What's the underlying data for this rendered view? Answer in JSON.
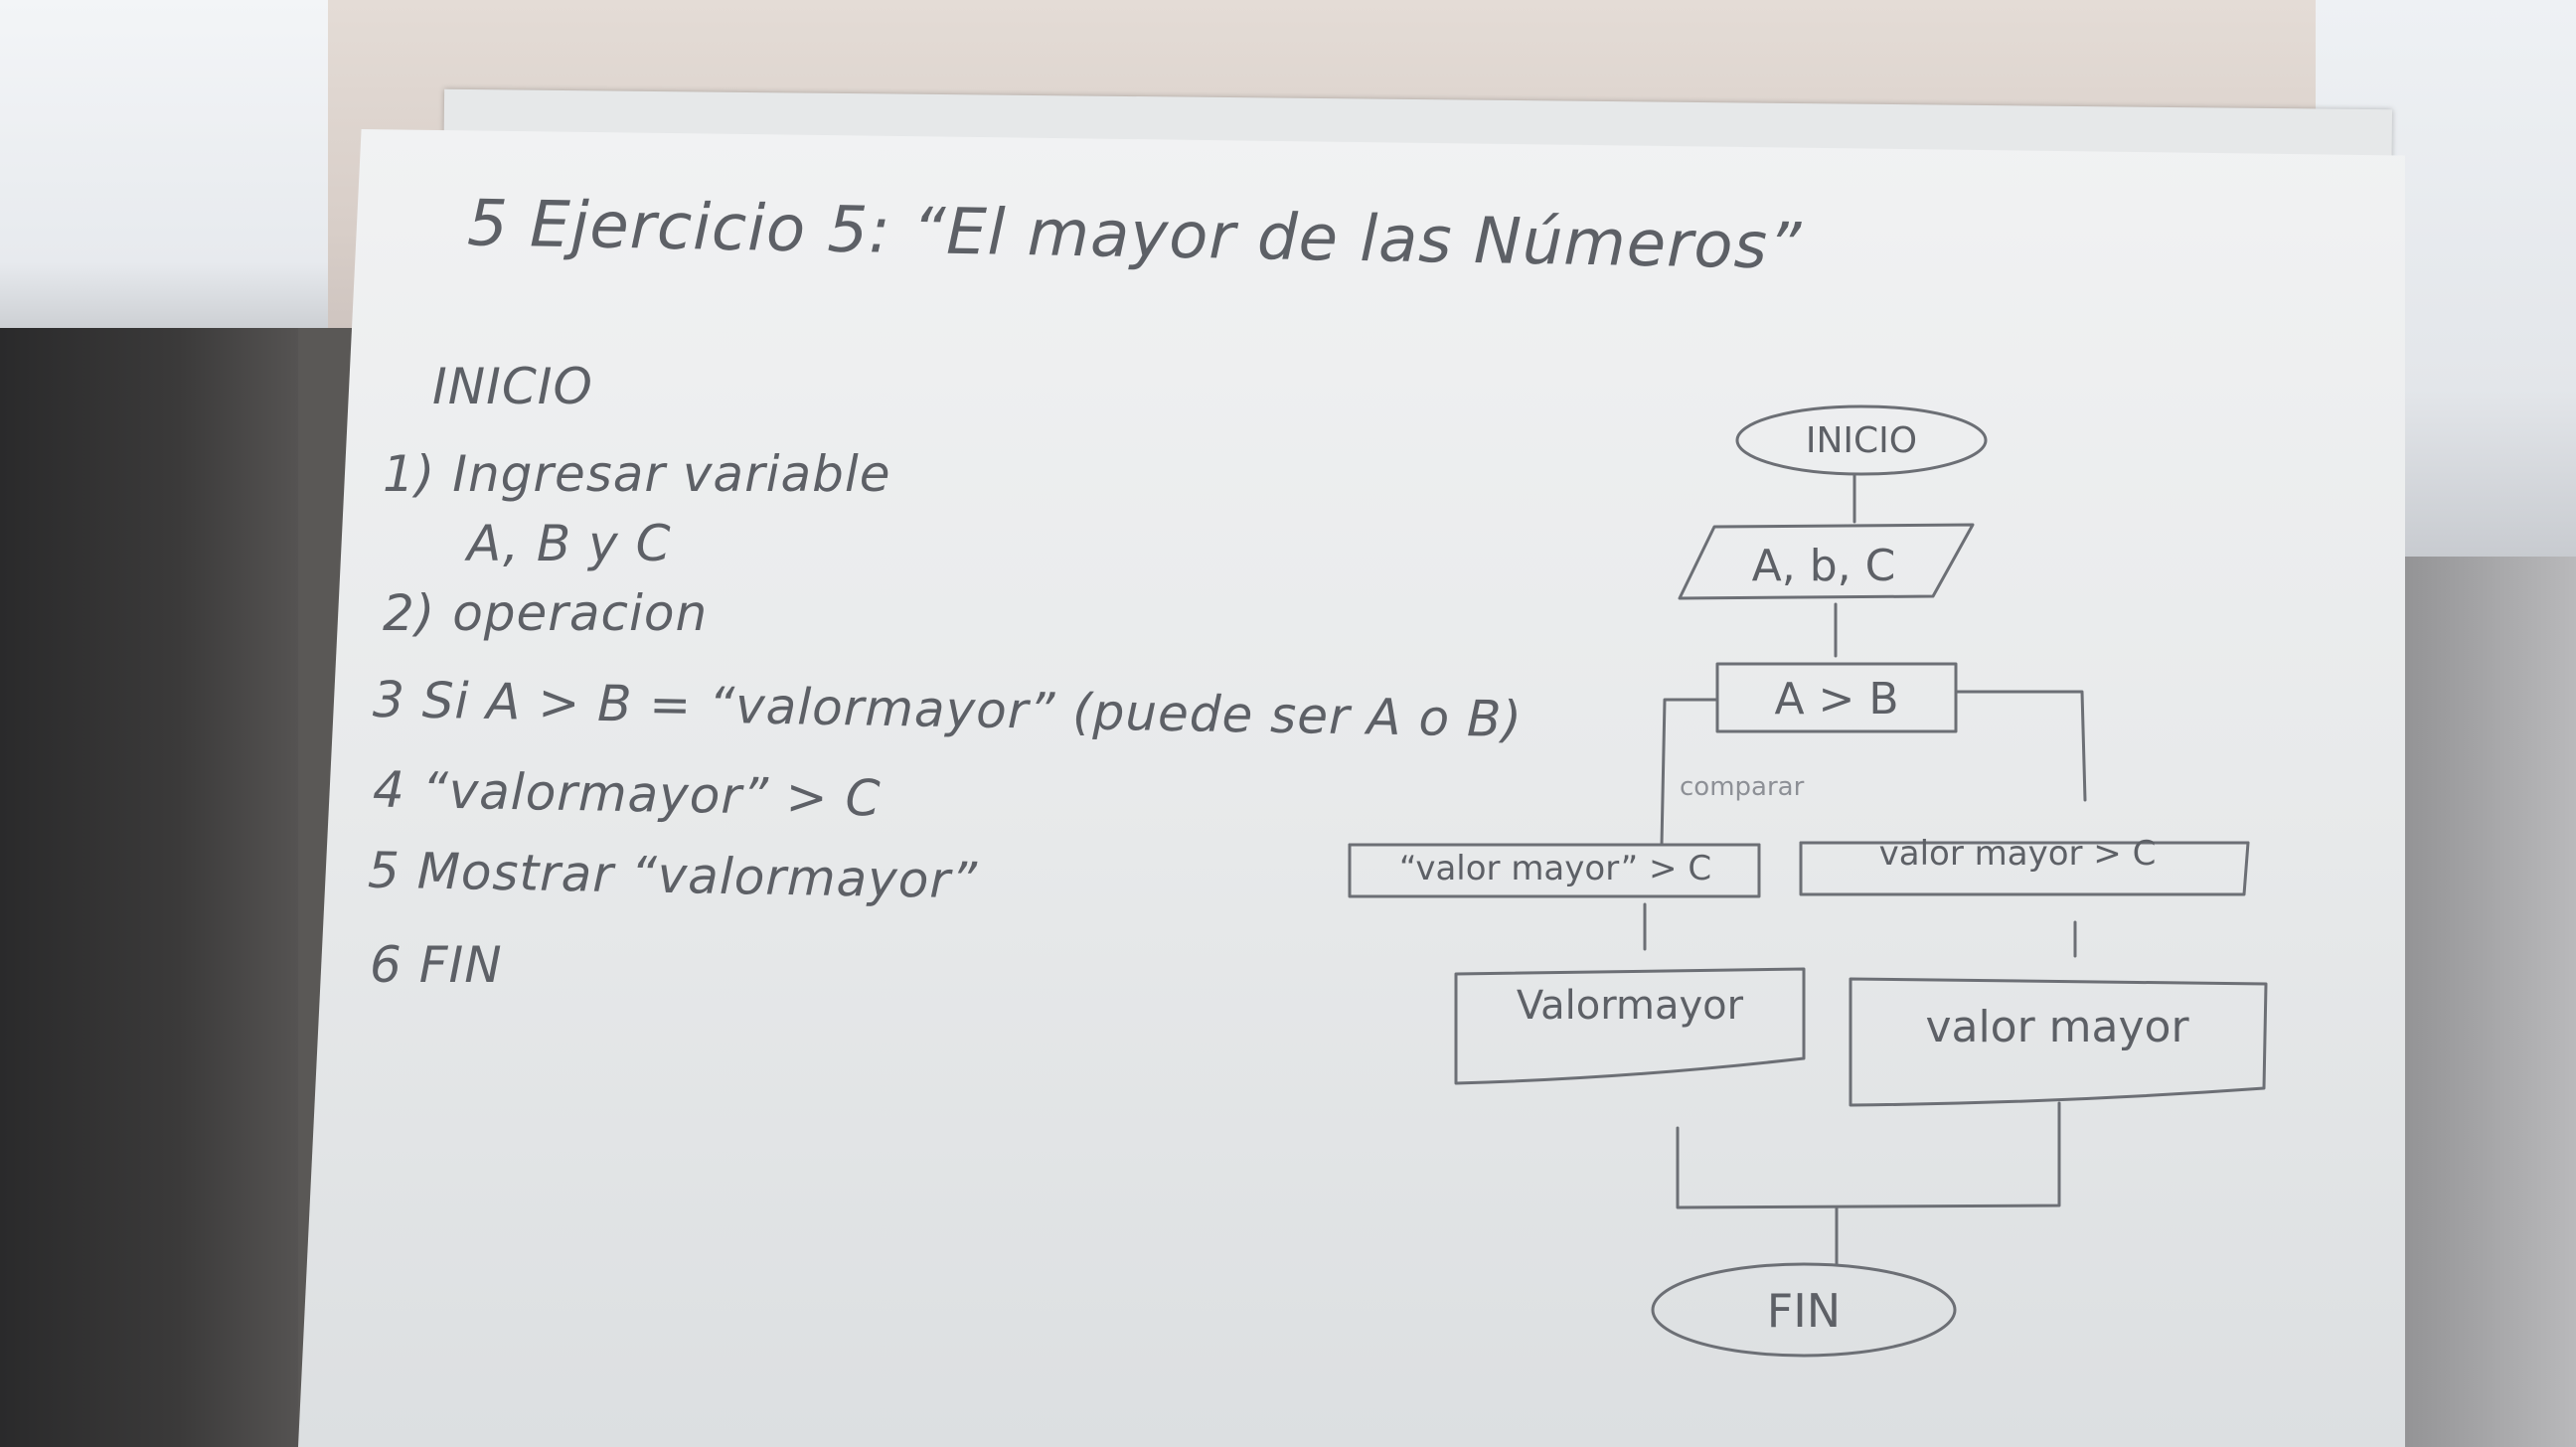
{
  "title": "5 Ejercicio 5: “El mayor de las Números”",
  "steps": {
    "inicio": "INICIO",
    "s1": "1) Ingresar variable",
    "s1b": "A, B y C",
    "s2": "2) operacion",
    "s3": "3 Si A > B = “valormayor” (puede ser A o B)",
    "s4": "4 “valormayor” > C",
    "s5": "5 Mostrar “valormayor”",
    "s6": "6 FIN"
  },
  "flowchart": {
    "start": "INICIO",
    "input": "A, b, C",
    "decision": "A > B",
    "compare_note": "comparar",
    "left_branch": "“valor mayor” > C",
    "right_branch": "valor mayor > C",
    "left_output": "Valormayor",
    "right_output": "valor mayor",
    "end": "FIN"
  }
}
